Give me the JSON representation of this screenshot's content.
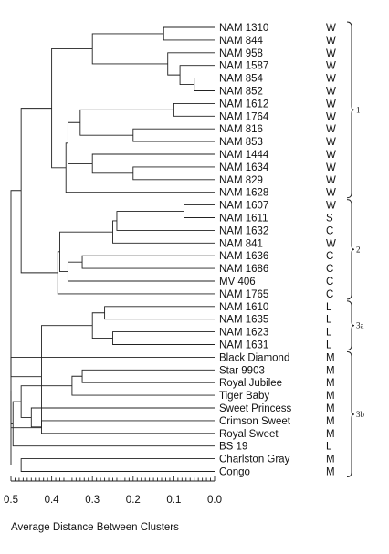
{
  "leaves": [
    {
      "name": "NAM 1310",
      "code": "W"
    },
    {
      "name": "NAM 844",
      "code": "W"
    },
    {
      "name": "NAM 958",
      "code": "W"
    },
    {
      "name": "NAM 1587",
      "code": "W"
    },
    {
      "name": "NAM 854",
      "code": "W"
    },
    {
      "name": "NAM 852",
      "code": "W"
    },
    {
      "name": "NAM 1612",
      "code": "W"
    },
    {
      "name": "NAM 1764",
      "code": "W"
    },
    {
      "name": "NAM 816",
      "code": "W"
    },
    {
      "name": "NAM 853",
      "code": "W"
    },
    {
      "name": "NAM 1444",
      "code": "W"
    },
    {
      "name": "NAM 1634",
      "code": "W"
    },
    {
      "name": "NAM 829",
      "code": "W"
    },
    {
      "name": "NAM 1628",
      "code": "W"
    },
    {
      "name": "NAM 1607",
      "code": "W"
    },
    {
      "name": "NAM 1611",
      "code": "S"
    },
    {
      "name": "NAM 1632",
      "code": "C"
    },
    {
      "name": "NAM 841",
      "code": "W"
    },
    {
      "name": "NAM 1636",
      "code": "C"
    },
    {
      "name": "NAM 1686",
      "code": "C"
    },
    {
      "name": "MV 406",
      "code": "C"
    },
    {
      "name": "NAM 1765",
      "code": "C"
    },
    {
      "name": "NAM 1610",
      "code": "L"
    },
    {
      "name": "NAM 1635",
      "code": "L"
    },
    {
      "name": "NAM 1623",
      "code": "L"
    },
    {
      "name": "NAM 1631",
      "code": "L"
    },
    {
      "name": "Black Diamond",
      "code": "M"
    },
    {
      "name": "Star 9903",
      "code": "M"
    },
    {
      "name": "Royal Jubilee",
      "code": "M"
    },
    {
      "name": "Tiger Baby",
      "code": "M"
    },
    {
      "name": "Sweet Princess",
      "code": "M"
    },
    {
      "name": "Crimson Sweet",
      "code": "M"
    },
    {
      "name": "Royal Sweet",
      "code": "M"
    },
    {
      "name": "BS 19",
      "code": "L"
    },
    {
      "name": "Charlston Gray",
      "code": "M"
    },
    {
      "name": "Congo",
      "code": "M"
    }
  ],
  "groups": [
    {
      "label": "1",
      "from": 0,
      "to": 13
    },
    {
      "label": "2",
      "from": 14,
      "to": 21
    },
    {
      "label": "3a",
      "from": 22,
      "to": 25
    },
    {
      "label": "3b",
      "from": 26,
      "to": 35
    }
  ],
  "merges": [
    {
      "a": "L0",
      "b": "L1",
      "d": 0.125
    },
    {
      "a": "L4",
      "b": "L5",
      "d": 0.05
    },
    {
      "a": "L3",
      "b": "N1",
      "d": 0.085
    },
    {
      "a": "L2",
      "b": "N2",
      "d": 0.115
    },
    {
      "a": "N0",
      "b": "N3",
      "d": 0.3
    },
    {
      "a": "L6",
      "b": "L7",
      "d": 0.1
    },
    {
      "a": "L8",
      "b": "L9",
      "d": 0.2
    },
    {
      "a": "N5",
      "b": "N6",
      "d": 0.33
    },
    {
      "a": "L11",
      "b": "L12",
      "d": 0.2
    },
    {
      "a": "L10",
      "b": "N8",
      "d": 0.3
    },
    {
      "a": "N7",
      "b": "N9",
      "d": 0.36
    },
    {
      "a": "N10",
      "b": "L13",
      "d": 0.365
    },
    {
      "a": "N4",
      "b": "N11",
      "d": 0.4
    },
    {
      "a": "L14",
      "b": "L15",
      "d": 0.075
    },
    {
      "a": "N13",
      "b": "L16",
      "d": 0.24
    },
    {
      "a": "N14",
      "b": "L17",
      "d": 0.25
    },
    {
      "a": "L18",
      "b": "L19",
      "d": 0.325
    },
    {
      "a": "N16",
      "b": "L20",
      "d": 0.36
    },
    {
      "a": "N15",
      "b": "N17",
      "d": 0.38
    },
    {
      "a": "N18",
      "b": "L21",
      "d": 0.385
    },
    {
      "a": "L22",
      "b": "L23",
      "d": 0.27
    },
    {
      "a": "L24",
      "b": "L25",
      "d": 0.25
    },
    {
      "a": "N20",
      "b": "N21",
      "d": 0.3
    },
    {
      "a": "L27",
      "b": "L28",
      "d": 0.325
    },
    {
      "a": "N23",
      "b": "L29",
      "d": 0.35
    },
    {
      "a": "L31",
      "b": "L32",
      "d": 0.425
    },
    {
      "a": "L30",
      "b": "N25",
      "d": 0.45
    },
    {
      "a": "N24",
      "b": "N26",
      "d": 0.475
    },
    {
      "a": "N27",
      "b": "L33",
      "d": 0.495
    },
    {
      "a": "L26",
      "b": "N28",
      "d": 0.5
    },
    {
      "a": "L34",
      "b": "L35",
      "d": 0.475
    },
    {
      "a": "N29",
      "b": "N30",
      "d": 0.5
    },
    {
      "a": "N22",
      "b": "N31",
      "d": 0.425
    },
    {
      "a": "N12",
      "b": "N19",
      "d": 0.475
    },
    {
      "a": "N33",
      "b": "N32",
      "d": 0.5
    }
  ],
  "axis": {
    "ticks": [
      "0.5",
      "0.4",
      "0.3",
      "0.2",
      "0.1",
      "0.0"
    ],
    "tick_values": [
      0.5,
      0.4,
      0.3,
      0.2,
      0.1,
      0.0
    ],
    "minor_step": 0.01,
    "title": "Average Distance Between Clusters"
  }
}
